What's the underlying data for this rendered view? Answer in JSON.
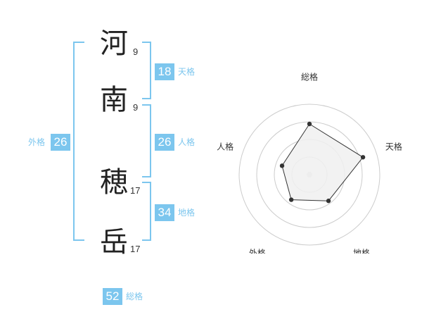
{
  "name": {
    "chars": [
      {
        "char": "河",
        "strokes": "9"
      },
      {
        "char": "南",
        "strokes": "9"
      },
      {
        "char": "穂",
        "strokes": "17"
      },
      {
        "char": "岳",
        "strokes": "17"
      }
    ]
  },
  "fortunes": {
    "tenkaku": {
      "value": "18",
      "label": "天格"
    },
    "jinkaku": {
      "value": "26",
      "label": "人格"
    },
    "chikaku": {
      "value": "34",
      "label": "地格"
    },
    "gaikaku": {
      "value": "26",
      "label": "外格"
    },
    "soukaku": {
      "value": "52",
      "label": "総格"
    }
  },
  "colors": {
    "accent": "#7cc6ee",
    "radar_fill": "#f0f0f0",
    "radar_line": "#333333"
  },
  "chart_data": {
    "type": "radar",
    "axes": [
      "総格",
      "天格",
      "地格",
      "外格",
      "人格"
    ],
    "values": [
      0.72,
      0.8,
      0.46,
      0.44,
      0.41
    ],
    "rings": 4,
    "range": [
      0,
      1
    ]
  }
}
